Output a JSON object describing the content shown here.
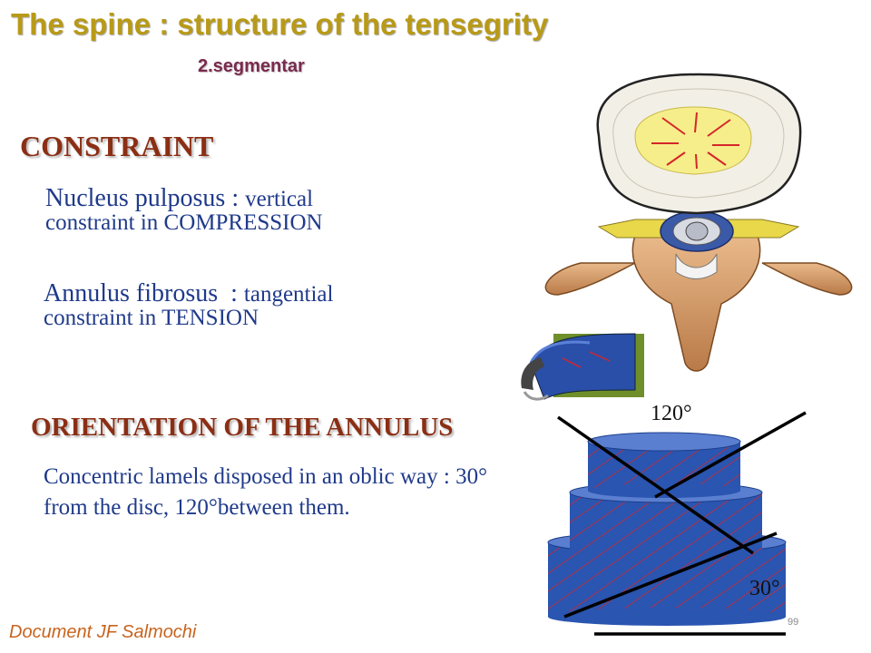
{
  "header": {
    "title": "The spine : structure of the tensegrity",
    "subtitle": "2.segmentar"
  },
  "sections": {
    "constraint": {
      "heading": "CONSTRAINT",
      "items": [
        {
          "term": "Nucleus pulposus",
          "separator": " : ",
          "desc_first": "vertical",
          "desc_rest": "constraint in COMPRESSION"
        },
        {
          "term": "Annulus fibrosus",
          "separator": "  : ",
          "desc_first": "tangential",
          "desc_rest": "constraint in TENSION"
        }
      ]
    },
    "orientation": {
      "heading": "ORIENTATION OF THE ANNULUS",
      "body": "Concentric lamels disposed in an oblic way : 30° from the disc, 120°between them."
    }
  },
  "figure": {
    "angle_large": "120°",
    "angle_small": "30°"
  },
  "footer": {
    "credit": "Document JF Salmochi",
    "page_number": "99"
  },
  "colors": {
    "title": "#b89a17",
    "subtitle": "#7a2a4e",
    "heading": "#8b2e14",
    "body_text": "#1f3a8a",
    "footer": "#c8641e",
    "disc_blue": "#2a55b0",
    "hatch_red": "#d4262a",
    "nucleus_yellow": "#f6ee8a"
  }
}
